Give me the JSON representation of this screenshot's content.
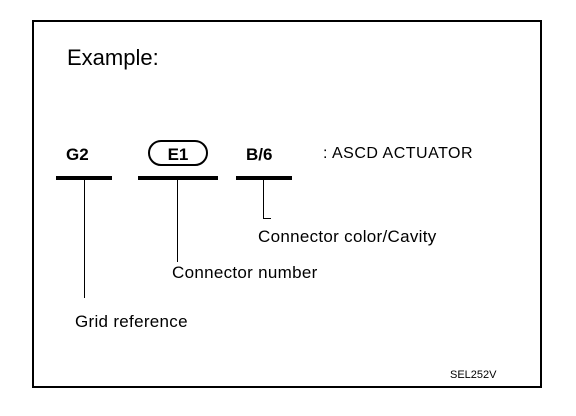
{
  "heading": "Example:",
  "codes": {
    "grid_reference": "G2",
    "connector_number": "E1",
    "connector_color_cavity": "B/6",
    "description": ": ASCD ACTUATOR"
  },
  "callouts": {
    "connector_color_cavity": "Connector color/Cavity",
    "connector_number": "Connector number",
    "grid_reference": "Grid reference"
  },
  "figure_id": "SEL252V"
}
